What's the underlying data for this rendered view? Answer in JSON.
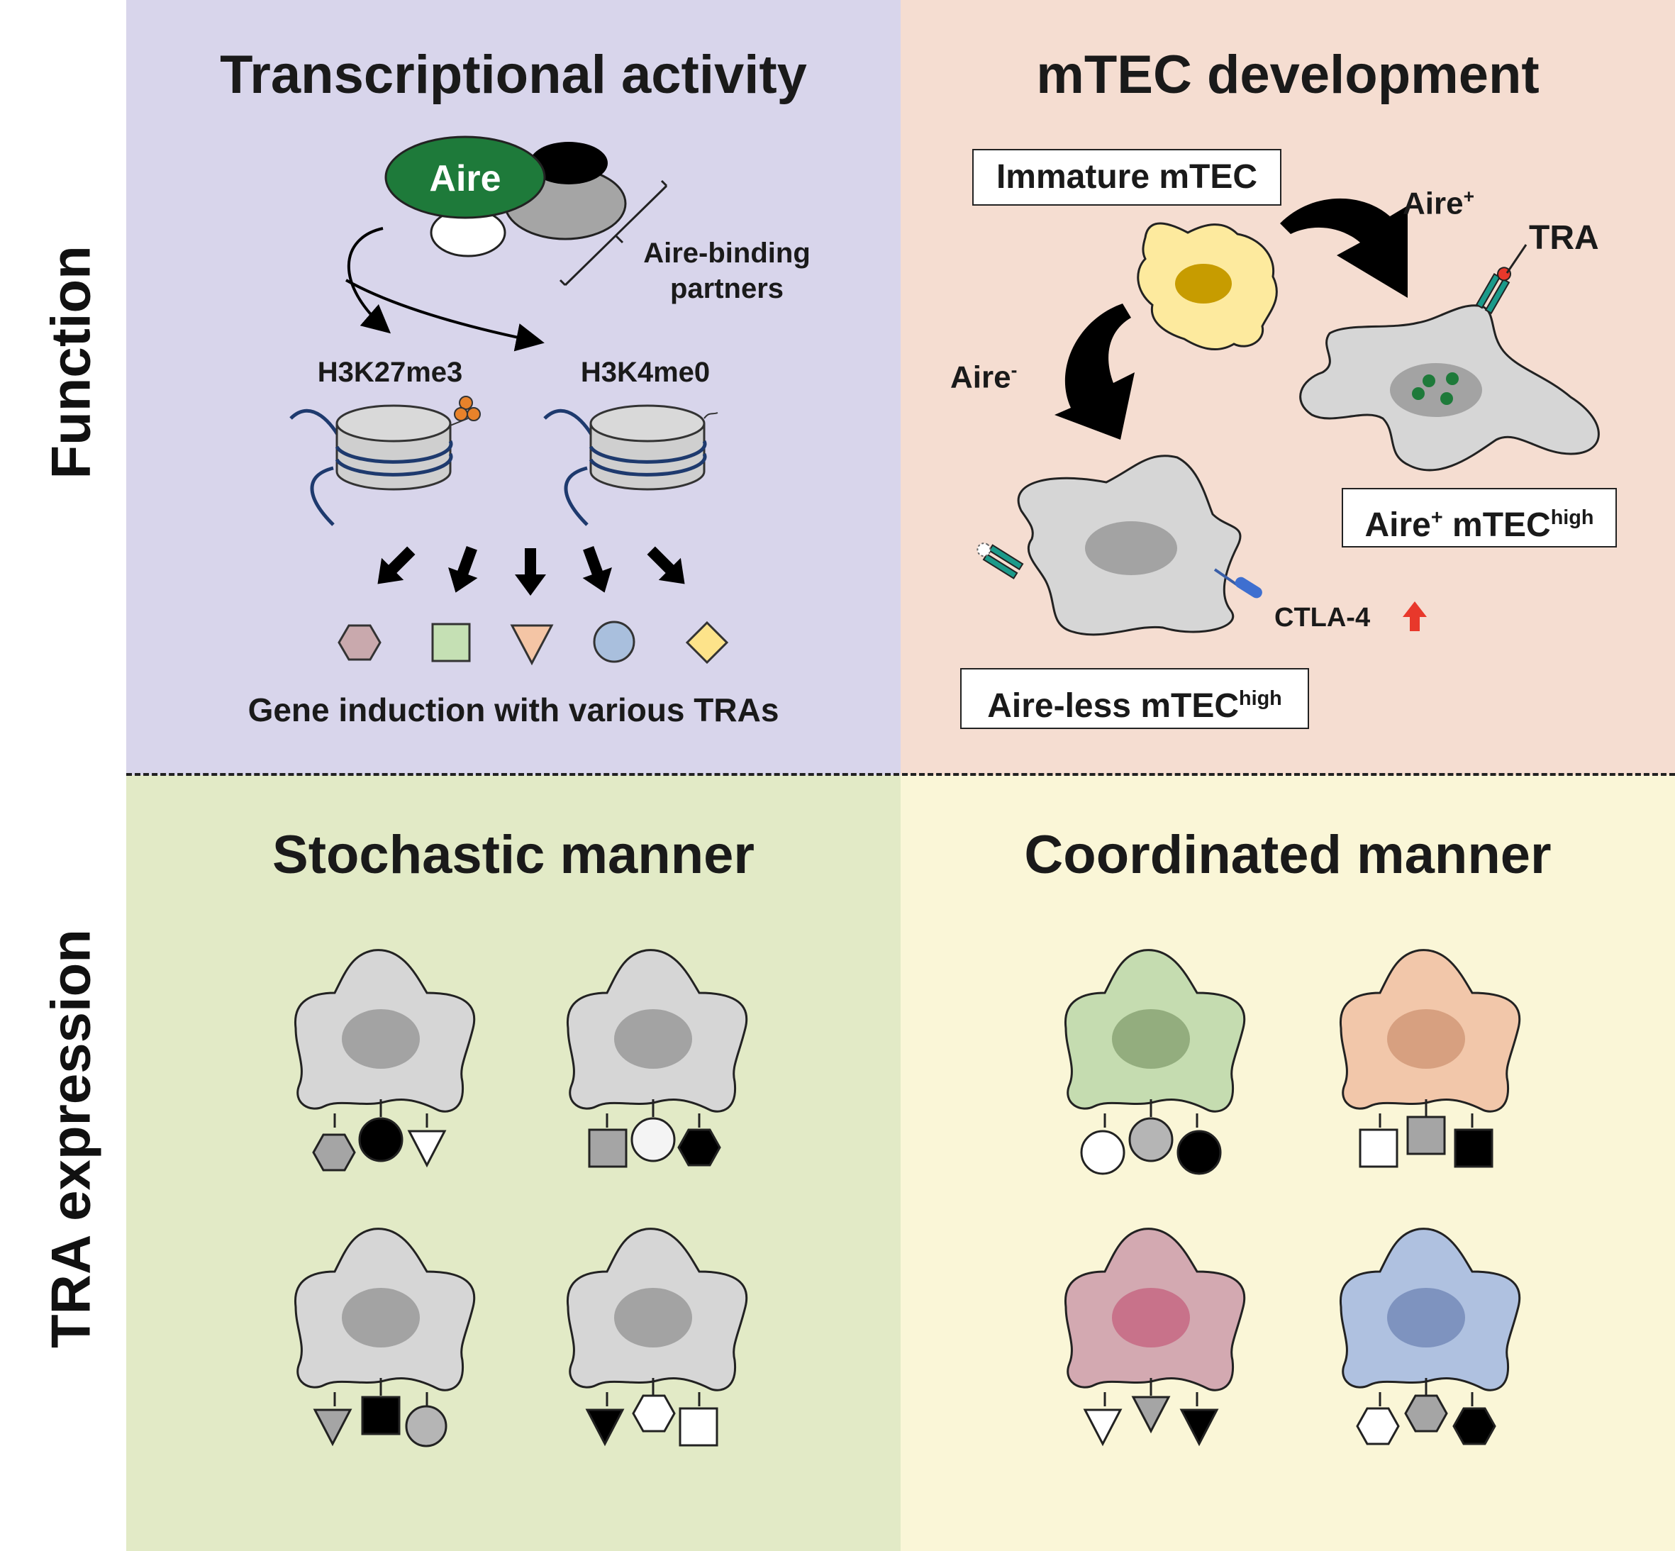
{
  "row_labels": {
    "top": "Function",
    "bottom": "TRA expression"
  },
  "panels": {
    "top_left": {
      "title": "Transcriptional activity",
      "aire_label": "Aire",
      "partners_label_line1": "Aire-binding",
      "partners_label_line2": "partners",
      "mark1": "H3K27me3",
      "mark2": "H3K4me0",
      "caption": "Gene induction with various TRAs"
    },
    "top_right": {
      "title": "mTEC development",
      "immature": "Immature mTEC",
      "aire_plus": "Aire",
      "aire_plus_sup": "+",
      "aire_minus": "Aire",
      "aire_minus_sup": "-",
      "tra": "TRA",
      "ctla4": "CTLA-4",
      "box_aire_plus_a": "Aire",
      "box_aire_plus_sup": "+",
      "box_aire_plus_b": " mTEC",
      "box_aire_plus_high": "high",
      "box_aireless_a": "Aire-less mTEC",
      "box_aireless_high": "high"
    },
    "bottom_left": {
      "title": "Stochastic manner"
    },
    "bottom_right": {
      "title": "Coordinated manner"
    }
  },
  "colors": {
    "function_transcription_bg": "#d8d5eb",
    "function_development_bg": "#f5ddd1",
    "stochastic_bg": "#e2eac6",
    "coordinated_bg": "#faf6d7",
    "aire_green": "#1e7a3a",
    "arrow_red": "#e8382b"
  },
  "icons": [
    "hexagon-icon",
    "square-icon",
    "triangle-icon",
    "circle-icon",
    "diamond-icon",
    "arrow-icon",
    "nucleosome-icon",
    "cell-icon"
  ]
}
